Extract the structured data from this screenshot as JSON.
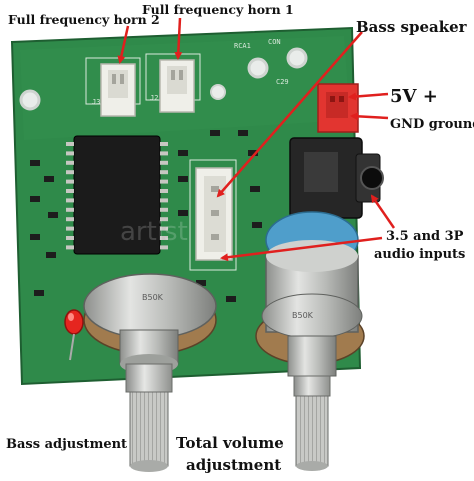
{
  "labels": {
    "full_frequency_horn_2": "Full frequency horn 2",
    "full_frequency_horn_1": "Full frequency horn 1",
    "bass_speaker": "Bass speaker",
    "power_5v": "5V +",
    "gnd_ground": "GND ground",
    "audio_inputs_line1": "3.5 and 3P",
    "audio_inputs_line2": "audio inputs",
    "bass_adjustment": "Bass adjustment",
    "total_volume_line1": "Total volume",
    "total_volume_line2": "adjustment"
  },
  "board_markings": {
    "pot_left_code": "B50K",
    "pot_right_code": "B50K",
    "silk_rca": "RCA1",
    "silk_con": "CON",
    "silk_c29": "C29",
    "silk_j3": "J3",
    "silk_j2": "J2",
    "watermark": "artist"
  },
  "colors": {
    "pcb_green": "#2f8a4a",
    "pcb_dark": "#23703a",
    "arrow_red": "#e0201e",
    "connector_white": "#efefe9",
    "connector_red": "#e23530",
    "chip_black": "#1b1b1b",
    "cap_blue": "#4f9ecb",
    "metal": "#b7b9b6",
    "brass": "#b59466"
  },
  "icons": {
    "led": "red-led-icon",
    "potentiometer": "potentiometer-icon",
    "audio_jack": "audio-jack-icon"
  }
}
